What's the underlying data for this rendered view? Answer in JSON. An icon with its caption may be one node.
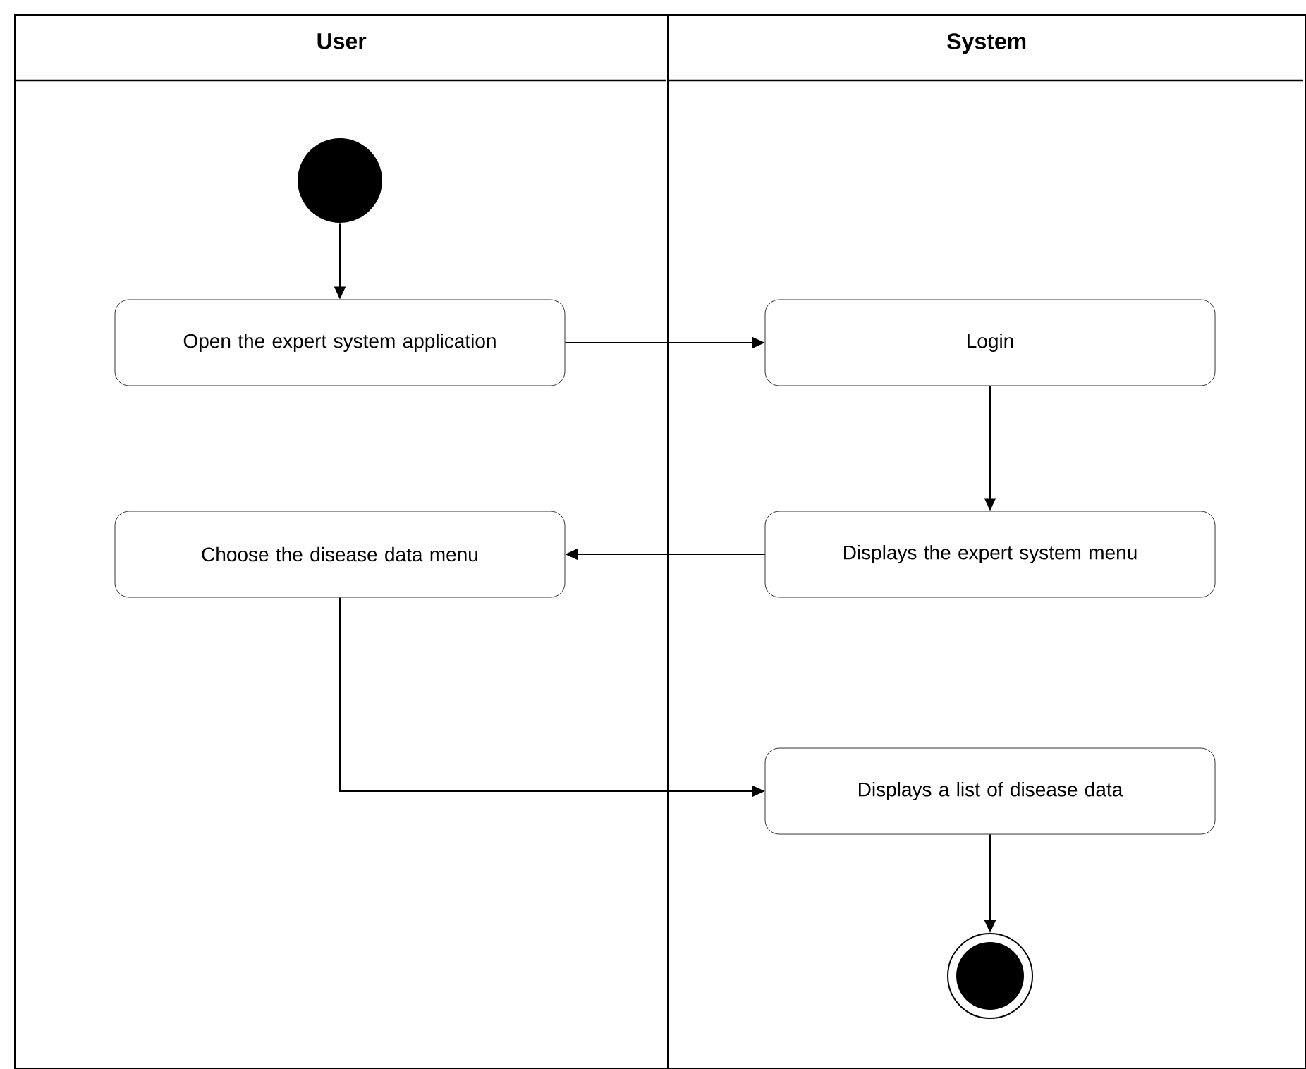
{
  "diagram": {
    "nodes": [
      {
        "text": [
          "User"
        ]
      },
      {
        "text": [
          "System"
        ]
      },
      {
        "text": [],
        "shape": "circle",
        "in": 0
      },
      {
        "text": [
          "Open the expert system application"
        ],
        "in": 0
      },
      {
        "text": [
          "Login"
        ],
        "in": 1
      },
      {
        "text": [
          "Choose the disease data menu"
        ],
        "in": 0
      },
      {
        "text": [
          "Displays the expert system menu"
        ],
        "in": 1
      },
      {
        "text": [
          "Displays a list of disease data"
        ],
        "in": 1
      },
      {
        "text": [],
        "shape": "circle",
        "in": 1
      }
    ],
    "edges": [
      {
        "from": 2,
        "to": 3,
        "arrow": "to"
      },
      {
        "from": 3,
        "to": 4,
        "arrow": "to"
      },
      {
        "from": 4,
        "to": 6,
        "arrow": "to"
      },
      {
        "from": 6,
        "to": 5,
        "arrow": "to"
      },
      {
        "from": 5,
        "to": 7,
        "arrow": "to"
      },
      {
        "from": 7,
        "to": 8,
        "arrow": "to"
      }
    ]
  }
}
